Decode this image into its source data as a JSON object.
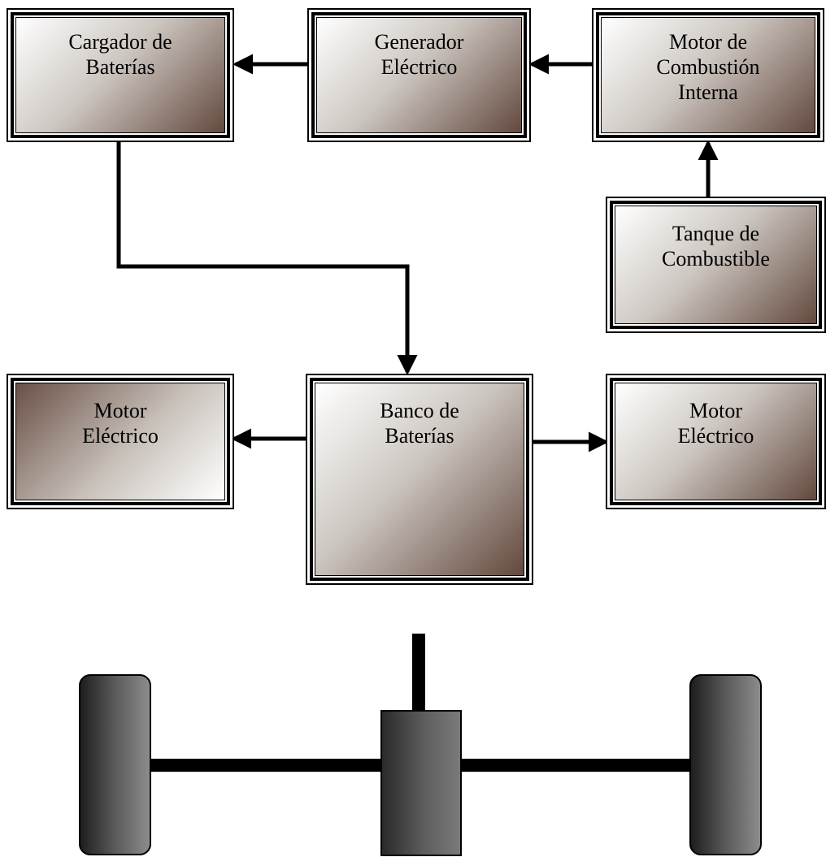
{
  "blocks": {
    "battery_charger": "Cargador de\nBaterías",
    "electric_generator": "Generador\nEléctrico",
    "combustion_engine": "Motor de\nCombustión\nInterna",
    "fuel_tank": "Tanque de\nCombustible",
    "battery_bank": "Banco de\nBaterías",
    "electric_motor_left": "Motor\nEléctrico",
    "electric_motor_right": "Motor\nEléctrico"
  },
  "colors": {
    "gradient_light": "#ffffff",
    "gradient_mid": "#cdc7c1",
    "gradient_dark": "#63493e",
    "wheel_dark": "#1e1e1e",
    "wheel_light": "#8c8c8c",
    "line": "#000000"
  }
}
